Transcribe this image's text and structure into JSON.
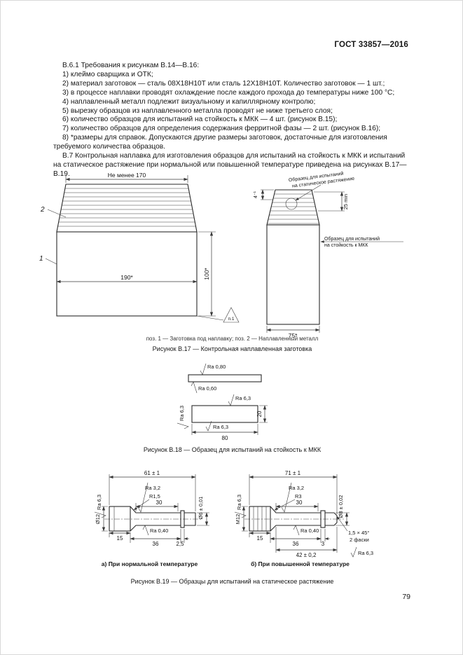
{
  "header": {
    "standard": "ГОСТ 33857—2016"
  },
  "body": {
    "clause_b61": "В.6.1 Требования к рисункам В.14—В.16:",
    "items": [
      "1) клеймо сварщика и ОТК;",
      "2) материал заготовок — сталь 08Х18Н10Т или сталь 12Х18Н10Т. Количество заготовок — 1 шт.;",
      "3) в процессе наплавки проводят охлаждение после каждого прохода до температуры ниже 100 °С;",
      "4) наплавленный металл подлежит визуальному и капиллярному контролю;",
      "5) вырезку образцов из наплавленного металла проводят не ниже третьего слоя;",
      "6) количество образцов для испытаний на стойкость к МКК — 4 шт. (рисунок В.15);",
      "7) количество образцов для определения содержания ферритной фазы — 2 шт. (рисунок В.16);",
      "8) *размеры для справок. Допускаются другие размеры заготовок, достаточные для изготовления требуемого количества образцов."
    ],
    "clause_b7": "В.7 Контрольная наплавка для изготовления образцов для испытаний на стойкость к МКК и испытаний на статическое растяжение при нормальной или повышенной температуре приведена на рисунках В.17—В.19."
  },
  "fig17": {
    "dim_top": "Не менее 170",
    "dim_width": "190*",
    "dim_height": "100*",
    "dim_side_width": "75*",
    "dim_25min": "25 min",
    "dim_4": "4⁻¹",
    "pos1": "1",
    "pos2": "2",
    "note_triangle": "п.1",
    "label_tension_1": "Образец для испытаний",
    "label_tension_2": "на статическое растяжение",
    "label_mkk_1": "Образец для испытаний",
    "label_mkk_2": "на стойкость к МКК",
    "caption_positions": "поз. 1 — Заготовка под наплавку; поз. 2 — Наплавленный металл",
    "caption": "Рисунок В.17 — Контрольная наплавленная заготовка"
  },
  "fig18": {
    "ra_top": "Ra 0,80",
    "ra_under": "Ra 0,60",
    "ra_mid": "Ra 6,3",
    "ra_left": "Ra 6,3",
    "ra_bottom": "Ra 6,3",
    "dim_height": "20",
    "dim_length": "80",
    "caption": "Рисунок В.18 — Образец для испытаний на стойкость к МКК"
  },
  "fig19": {
    "left": {
      "dim_total": "61 ± 1",
      "ra_side": "Ra 6,3",
      "ra_gauge_top": "Ra 3,2",
      "radius": "R1,5",
      "dim_gauge": "30",
      "dia_end": "Ø6 ± 0,01",
      "dia_head": "Ø12",
      "dim_head": "15",
      "ra_gauge": "Ra 0,40",
      "dim_mid": "36",
      "dim_end": "2,5",
      "caption": "а) При нормальной температуре"
    },
    "right": {
      "dim_total": "71 ± 1",
      "ra_side": "Ra 6,3",
      "ra_gauge_top": "Ra 3,2",
      "radius": "R3",
      "dim_gauge": "30",
      "dia_end": "Ø8 ± 0,02",
      "thread": "M12",
      "dim_head": "15",
      "ra_gauge": "Ra 0,40",
      "dim_mid": "36",
      "dim_collar": "3",
      "dim_42": "42 ± 0,2",
      "chamfer_line1": "1,5 × 45°",
      "chamfer_line2": "2 фаски",
      "ra_corner": "Ra 6,3",
      "caption": "б) При повышенной температуре"
    },
    "caption": "Рисунок В.19 — Образцы для испытаний на статическое растяжение"
  },
  "page_number": "79"
}
